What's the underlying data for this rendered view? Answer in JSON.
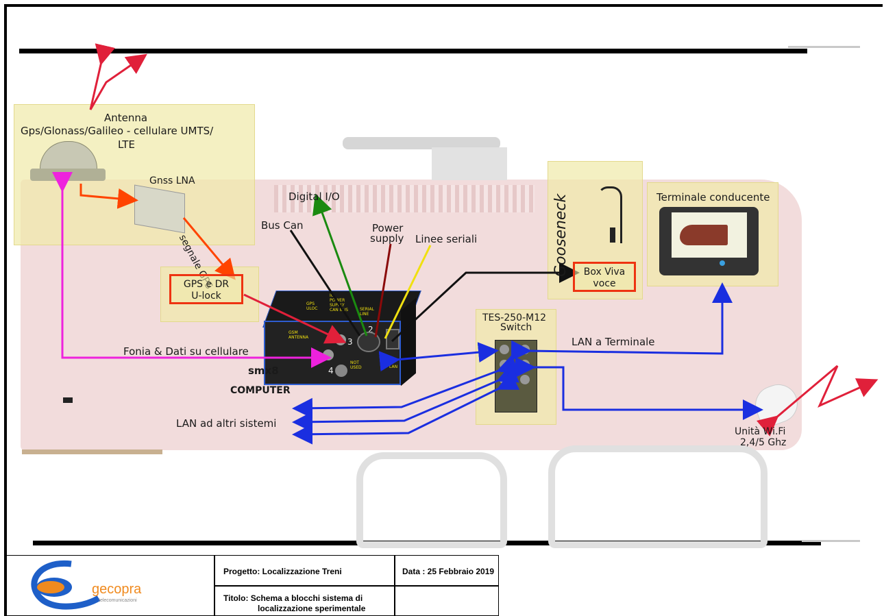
{
  "colors": {
    "panel": "#f0eaaa",
    "red_box": "#ee3311",
    "blue_link": "#1a2ee0",
    "magenta_link": "#ee22dd",
    "antenna_red": "#e0203a",
    "orange_link": "#ff4400",
    "green_wire": "#1a8a10",
    "darkred_wire": "#8a0a0a",
    "yellow_wire": "#f0e010",
    "logo_blue": "#1e5fc8",
    "logo_orange": "#f08a1e"
  },
  "antenna": {
    "title": "Antenna",
    "subtitle_line1": "Gps/Glonass/Galileo - cellulare UMTS/",
    "subtitle_line2": "LTE"
  },
  "gnss_lna": "Gnss LNA",
  "segnale_gps": "segnale GPS",
  "gps_dr": {
    "line1": "GPS e DR",
    "line2": "U-lock"
  },
  "wires": {
    "digital_io": "Digital I/O",
    "bus_can": "Bus Can",
    "power_line1": "Power",
    "power_line2": "supply",
    "linee_seriali": "Linee seriali"
  },
  "gooseneck": "Gooseneck",
  "box_viva": {
    "line1": "Box Viva",
    "line2": "voce"
  },
  "terminale": "Terminale conducente",
  "switch": {
    "line1": "TES-250-M12",
    "line2": "Switch"
  },
  "lan_terminale": "LAN a Terminale",
  "fonia": "Fonia & Dati su cellulare",
  "computer": {
    "line1": "smx8",
    "line2": "COMPUTER"
  },
  "lan_altri": "LAN ad altri sistemi",
  "wifi": {
    "line1": "Unità Wi.Fi",
    "line2": "2,4/5 Ghz"
  },
  "device_labels": {
    "gsm": "GSM ANTENNA",
    "gps": "GPS ULOC",
    "io": "IO POWER SUPPLY CAN BUS",
    "serial": "SERIAL LINE",
    "not_used": "NOT USED",
    "lan": "LAN",
    "port2": "2",
    "port3": "3",
    "port4": "4"
  },
  "footer": {
    "logo_name": "gecopra",
    "logo_sub": "telecomunicazioni",
    "progetto": "Progetto: Localizzazione Treni",
    "data": "Data :  25 Febbraio 2019",
    "titolo_line1": "Titolo: Schema a blocchi sistema di",
    "titolo_line2": "localizzazione sperimentale"
  }
}
